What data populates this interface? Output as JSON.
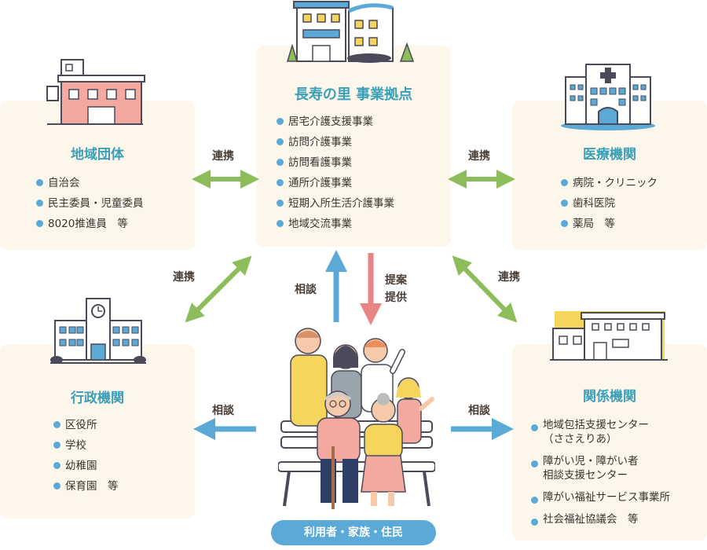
{
  "center": {
    "title": "長寿の里 事業拠点",
    "items": [
      "居宅介護支援事業",
      "訪問介護事業",
      "訪問看護事業",
      "通所介護事業",
      "短期入所生活介護事業",
      "地域交流事業"
    ]
  },
  "community": {
    "title": "地域団体",
    "items": [
      "自治会",
      "民主委員・児童委員",
      "8020推進員　等"
    ]
  },
  "medical": {
    "title": "医療機関",
    "items": [
      "病院・クリニック",
      "歯科医院",
      "薬局　等"
    ]
  },
  "admin": {
    "title": "行政機関",
    "items": [
      "区役所",
      "学校",
      "幼稚園",
      "保育園　等"
    ]
  },
  "related": {
    "title": "関係機関",
    "items": [
      "地域包括支援センター\n（ささえりあ）",
      "障がい児・障がい者\n相談支援センター",
      "障がい福祉サービス事業所",
      "社会福祉協議会　等"
    ]
  },
  "labels": {
    "renkei_left": "連携",
    "renkei_right": "連携",
    "renkei_diag_left": "連携",
    "renkei_diag_right": "連携",
    "soudan_left": "相談",
    "soudan_right": "相談",
    "soudan_up": "相談",
    "teian": "提案\n提供"
  },
  "users": {
    "label": "利用者・家族・住民"
  },
  "colors": {
    "green": "#8cbd5a",
    "blue": "#5aa9d6",
    "pink": "#ea8585",
    "title": "#3aa0b8",
    "card": "#fdf6ea"
  }
}
